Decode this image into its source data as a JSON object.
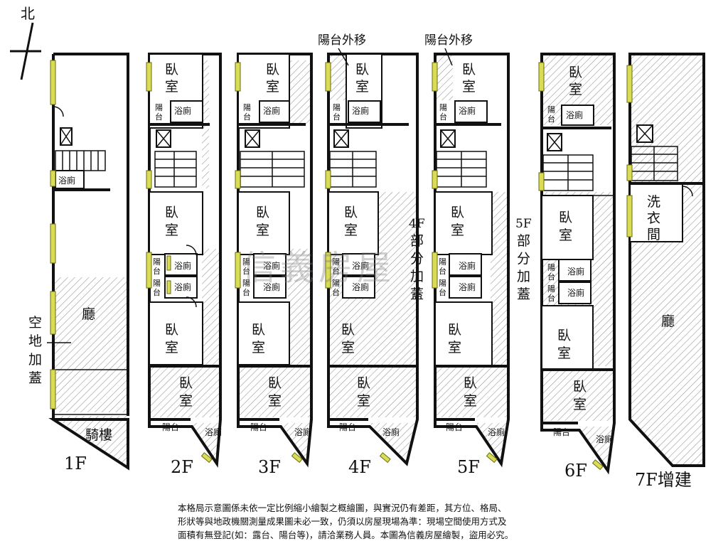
{
  "compass_label": "北",
  "watermark": "信義房屋",
  "balcony_move": "陽台外移",
  "labels": {
    "bedroom_1": "臥",
    "bedroom_2": "室",
    "bath": "浴廁",
    "balcony_1": "陽",
    "balcony_2": "台",
    "balcony": "陽台",
    "hall": "廳",
    "arcade": "騎樓",
    "laundry_1": "洗",
    "laundry_2": "衣",
    "laundry_3": "間",
    "yard_addition": [
      "空",
      "地",
      "加",
      "蓋"
    ],
    "addition_4f": [
      "4F",
      "部",
      "分",
      "加",
      "蓋"
    ],
    "addition_5f": [
      "5F",
      "部",
      "分",
      "加",
      "蓋"
    ]
  },
  "floors": [
    "1F",
    "2F",
    "3F",
    "4F",
    "5F",
    "6F",
    "7F增建"
  ],
  "disclaimer": [
    "本格局示意圖係未依一定比例縮小繪製之概繪圖，與實況仍有差距，其方位、格局、",
    "形狀等與地政機關測量成果圖未必一致，仍須以房屋現場為準：現場空間使用方式及",
    "面積有無登記(如：露台、陽台等)，請洽業務人員。本圖為信義房屋繪製，盜用必究。"
  ]
}
